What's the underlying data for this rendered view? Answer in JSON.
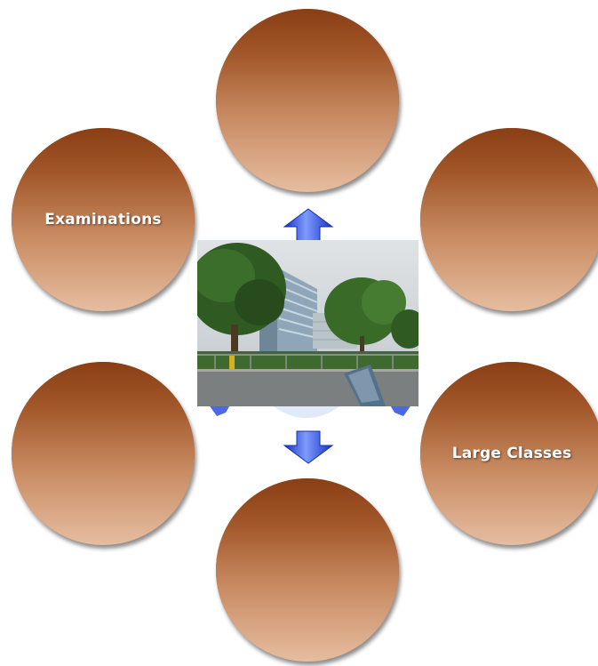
{
  "diagram": {
    "nodes": [
      {
        "id": "top",
        "label": ""
      },
      {
        "id": "upper-left",
        "label": "Examinations"
      },
      {
        "id": "upper-right",
        "label": ""
      },
      {
        "id": "lower-left",
        "label": ""
      },
      {
        "id": "lower-right",
        "label": "Large Classes"
      },
      {
        "id": "bottom",
        "label": ""
      }
    ],
    "center_image": "photo of a multi-storey glass building with trees in front",
    "colors": {
      "circle_top": "#8d3f14",
      "circle_bottom": "#e5b89a",
      "arrow": "#1f3fd6",
      "arrow_light": "#8fa8ff"
    }
  }
}
